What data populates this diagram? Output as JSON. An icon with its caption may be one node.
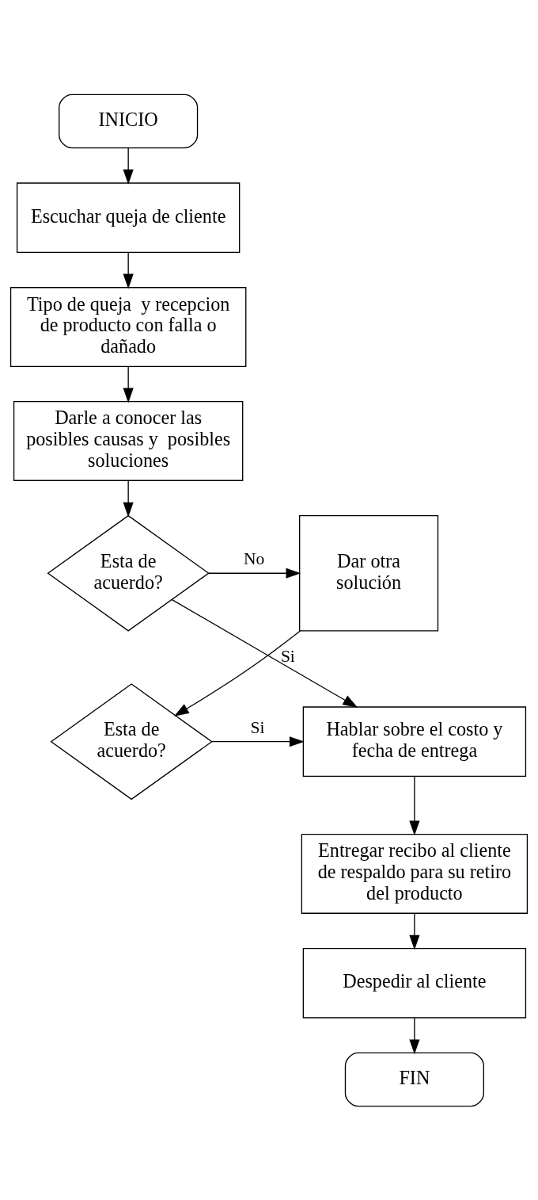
{
  "diagram": {
    "nodes": [
      {
        "text": [
          "INICIO"
        ]
      },
      {
        "text": [
          "Escuchar queja de cliente"
        ]
      },
      {
        "text": [
          "Tipo de queja  y recepcion de producto con falla o dañado"
        ]
      },
      {
        "text": [
          "Darle a conocer las posibles causas y  posibles soluciones"
        ]
      },
      {
        "text": [
          "Esta de acuerdo?"
        ]
      },
      {
        "text": [
          "Dar otra solución"
        ]
      },
      {
        "text": [
          "Hablar sobre el costo y fecha de entrega"
        ]
      },
      {
        "text": [
          "Esta de acuerdo?"
        ]
      },
      {
        "text": [
          "Entregar recibo al cliente de respaldo para su retiro del producto"
        ]
      },
      {
        "text": [
          "Despedir al cliente"
        ]
      },
      {
        "text": [
          "FIN"
        ]
      }
    ],
    "edges": [
      {
        "from": 0,
        "to": 1,
        "arrow": "to"
      },
      {
        "from": 1,
        "to": 2,
        "arrow": "to"
      },
      {
        "from": 2,
        "to": 3,
        "arrow": "to"
      },
      {
        "from": 3,
        "to": 4,
        "arrow": "to"
      },
      {
        "from": 4,
        "to": 5,
        "arrow": "to",
        "label": "No"
      },
      {
        "from": 4,
        "to": 6,
        "arrow": "to",
        "label": "Si"
      },
      {
        "from": 5,
        "to": 7,
        "arrow": "to"
      },
      {
        "from": 7,
        "to": 6,
        "arrow": "to",
        "label": "Si"
      },
      {
        "from": 6,
        "to": 8,
        "arrow": "to"
      },
      {
        "from": 8,
        "to": 9,
        "arrow": "to"
      },
      {
        "from": 9,
        "to": 10,
        "arrow": "to"
      }
    ]
  }
}
